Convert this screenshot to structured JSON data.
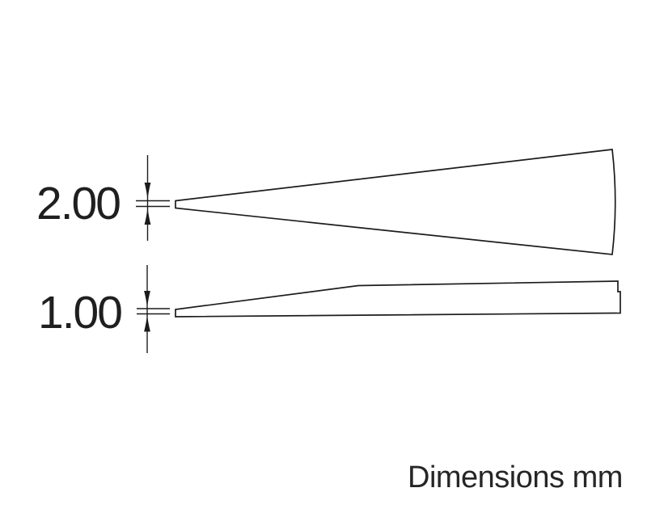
{
  "drawing": {
    "background_color": "#ffffff",
    "line_color": "#1c1c1c",
    "text_color": "#1f1f1f",
    "units_note": "Dimensions mm",
    "views": [
      {
        "id": "top-view-taper",
        "dimension_label": "2.00"
      },
      {
        "id": "side-view-taper",
        "dimension_label": "1.00"
      }
    ]
  }
}
